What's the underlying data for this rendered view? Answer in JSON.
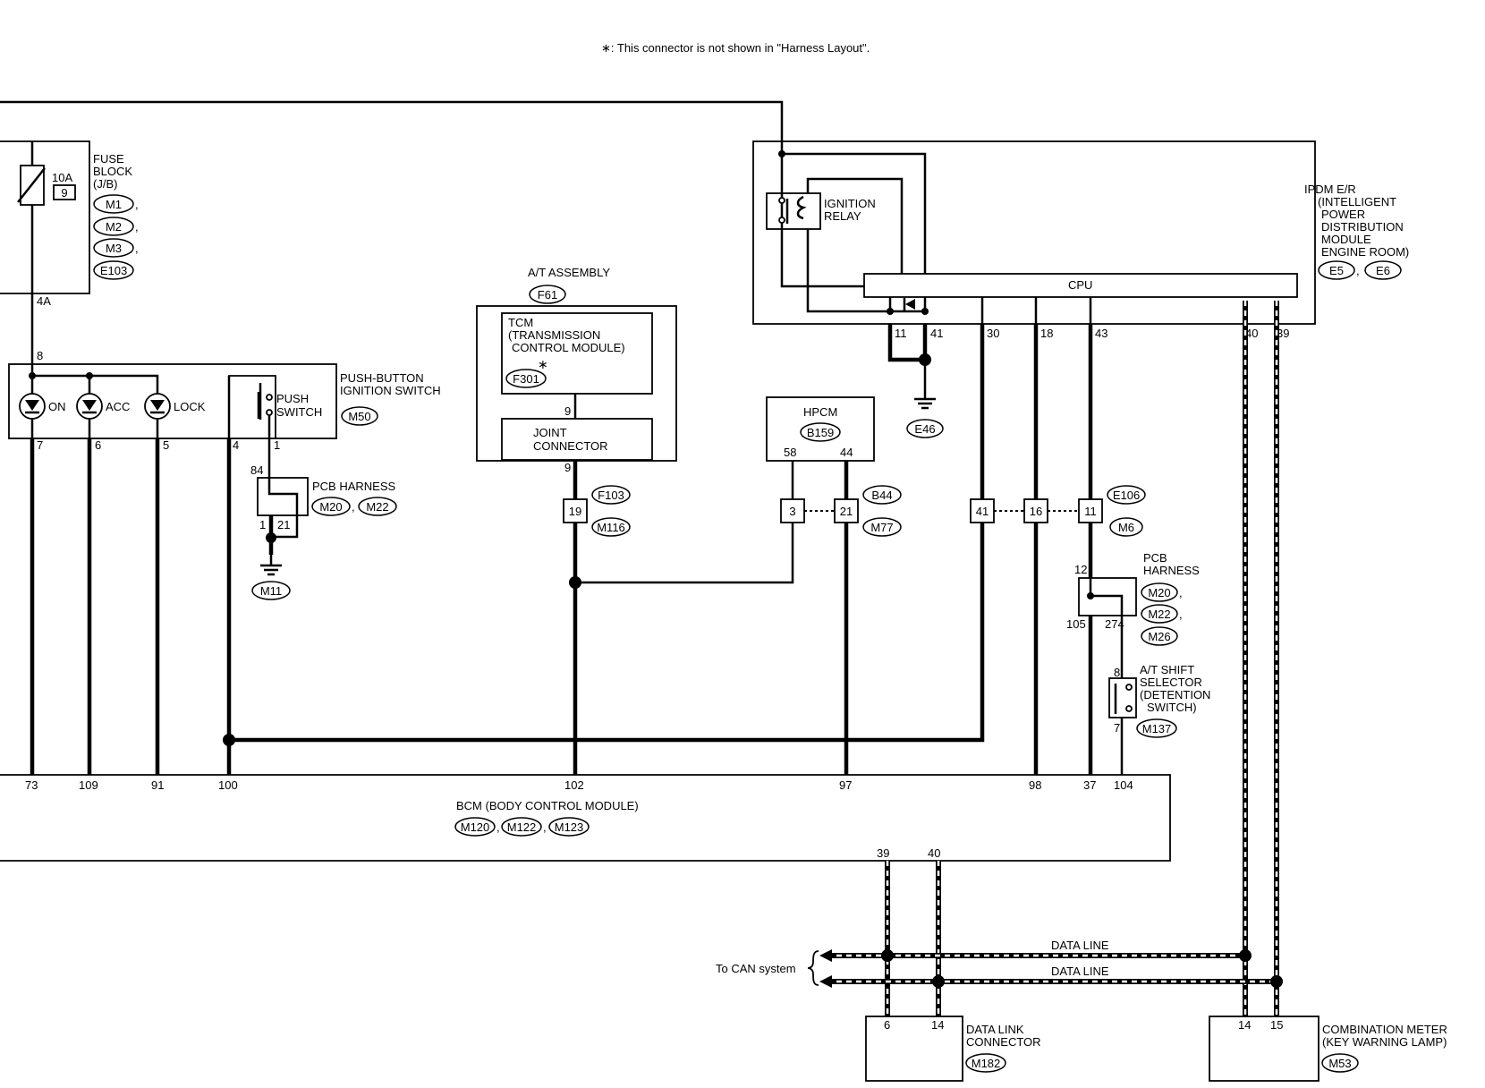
{
  "note": "∗: This connector is not shown in \"Harness Layout\".",
  "fuse_block": {
    "lines": [
      "FUSE",
      "BLOCK",
      "(J/B)"
    ],
    "rating": "10A",
    "number": "9",
    "connectors": [
      "M1",
      "M2",
      "M3",
      "E103"
    ],
    "terminal": "4A"
  },
  "push_button_switch": {
    "lines": [
      "PUSH-BUTTON",
      "IGNITION SWITCH"
    ],
    "connector": "M50",
    "indicators": [
      "ON",
      "ACC",
      "LOCK"
    ],
    "push_label": [
      "PUSH",
      "SWITCH"
    ],
    "pins": {
      "in": "8",
      "on": "7",
      "acc": "6",
      "lock": "5",
      "p4": "4",
      "p1": "1"
    }
  },
  "pcb_harness_left": {
    "label": "PCB HARNESS",
    "connectors": [
      "M20",
      "M22"
    ],
    "pins": [
      "84",
      "1",
      "21"
    ],
    "ground": "M11"
  },
  "at_assembly": {
    "label": "A/T ASSEMBLY",
    "connector": "F61",
    "tcm_lines": [
      "TCM",
      "(TRANSMISSION",
      "CONTROL MODULE)"
    ],
    "tcm_connector": "F301",
    "asterisk": "∗",
    "joint_lines": [
      "JOINT",
      "CONNECTOR"
    ],
    "pins": [
      "9",
      "9"
    ],
    "inline_pin": "19",
    "inline_connectors": [
      "F103",
      "M116"
    ]
  },
  "hpcm": {
    "label": "HPCM",
    "connector": "B159",
    "pins": [
      "58",
      "44"
    ],
    "inline_pins": [
      "3",
      "21"
    ],
    "inline_connectors": [
      "B44",
      "M77"
    ]
  },
  "ipdm": {
    "lines": [
      "IPDM E/R",
      "(INTELLIGENT",
      "POWER",
      "DISTRIBUTION",
      "MODULE",
      "ENGINE ROOM)"
    ],
    "connectors": [
      "E5",
      "E6"
    ],
    "relay_lines": [
      "IGNITION",
      "RELAY"
    ],
    "cpu": "CPU",
    "pins": [
      "11",
      "41",
      "30",
      "18",
      "43",
      "40",
      "39"
    ],
    "ground": "E46"
  },
  "inline_right": {
    "pins": [
      "41",
      "16",
      "11"
    ],
    "connectors": [
      "E106",
      "M6"
    ]
  },
  "pcb_harness_right": {
    "lines": [
      "PCB",
      "HARNESS"
    ],
    "connectors": [
      "M20",
      "M22",
      "M26"
    ],
    "pins": [
      "12",
      "105",
      "274"
    ]
  },
  "at_shift_selector": {
    "lines": [
      "A/T SHIFT",
      "SELECTOR",
      "(DETENTION",
      "SWITCH)"
    ],
    "connector": "M137",
    "pins": [
      "8",
      "7"
    ]
  },
  "bcm": {
    "label": "BCM (BODY CONTROL MODULE)",
    "connectors": [
      "M120",
      "M122",
      "M123"
    ],
    "pins": [
      "73",
      "109",
      "91",
      "100",
      "102",
      "97",
      "98",
      "37",
      "104"
    ],
    "can_pins": [
      "39",
      "40"
    ]
  },
  "can": {
    "label": "To CAN system",
    "lines": [
      "DATA LINE",
      "DATA LINE"
    ]
  },
  "data_link_connector": {
    "lines": [
      "DATA LINK",
      "CONNECTOR"
    ],
    "connector": "M182",
    "pins": [
      "6",
      "14"
    ]
  },
  "combination_meter": {
    "lines": [
      "COMBINATION METER",
      "(KEY WARNING LAMP)"
    ],
    "connector": "M53",
    "pins": [
      "14",
      "15"
    ]
  }
}
